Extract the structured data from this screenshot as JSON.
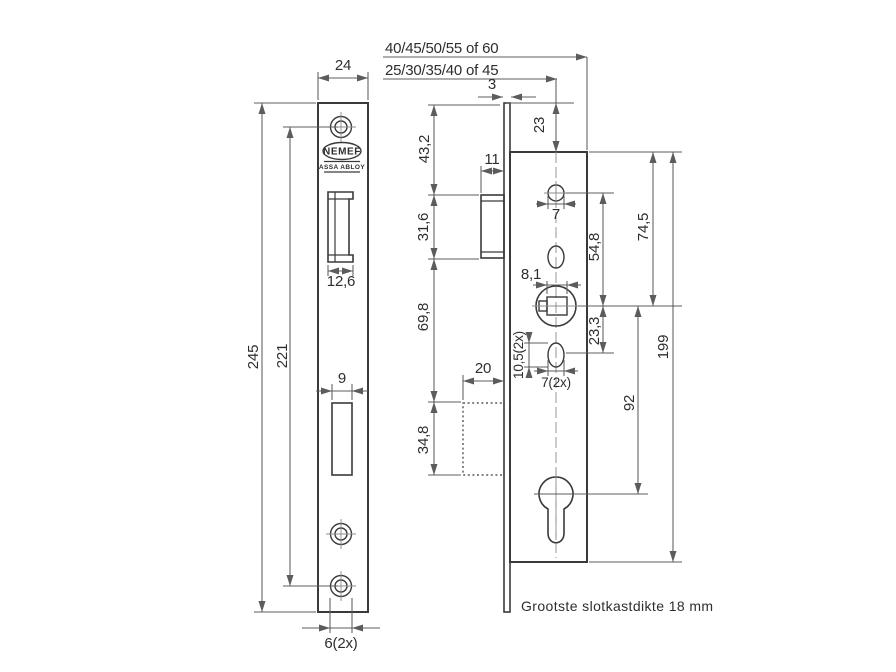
{
  "brand": {
    "name": "NEMEF",
    "group": "ASSA ABLOY"
  },
  "note": "Grootste slotkastdikte 18 mm",
  "dims": {
    "case_depth_options": "40/45/50/55 of 60",
    "backset_options": "25/30/35/40 of 45",
    "plate_thickness": "3",
    "plate_width": "24",
    "plate_height": "245",
    "screw_distance": "221",
    "latch_cutout_width": "12,6",
    "slot_width": "9",
    "screw_hole": "6(2x)",
    "top_to_case": "23",
    "top_to_latch": "43,2",
    "latch_height": "31,6",
    "latch_throw": "11",
    "pin_hole": "7",
    "latch_to_bolt": "69,8",
    "bolt_height": "34,8",
    "bolt_throw": "20",
    "spindle": "8,1",
    "pin_to_spindle": "54,8",
    "case_to_spindle": "74,5",
    "spindle_to_screw": "23,3",
    "screw_slot_h": "10,5(2x)",
    "screw_slot_w": "7(2x)",
    "spindle_to_cylinder": "92",
    "case_height": "199"
  }
}
